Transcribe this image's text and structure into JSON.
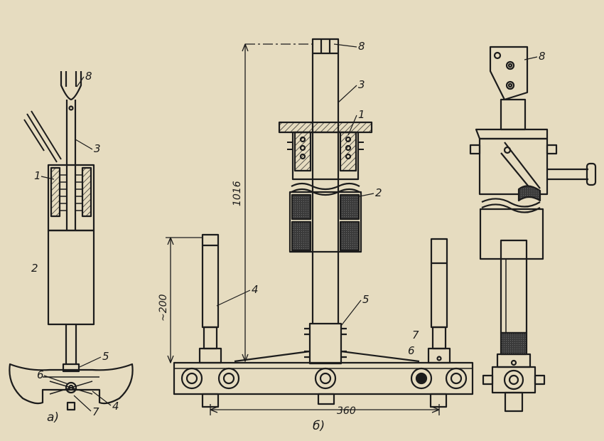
{
  "colors": {
    "paper": "#e6dcc0",
    "ink": "#1c1c1c",
    "shade": "#3a3a3a"
  },
  "view_a": {
    "label": "а)",
    "callouts": [
      "8",
      "3",
      "1",
      "2",
      "5",
      "6",
      "7",
      "4"
    ]
  },
  "view_b": {
    "label": "б)",
    "callouts": [
      "8",
      "3",
      "1",
      "2",
      "4",
      "5",
      "7",
      "6"
    ],
    "dim_height": "1016",
    "dim_leg": "~200",
    "dim_base": "360"
  },
  "view_side": {
    "callouts": [
      "8"
    ]
  }
}
